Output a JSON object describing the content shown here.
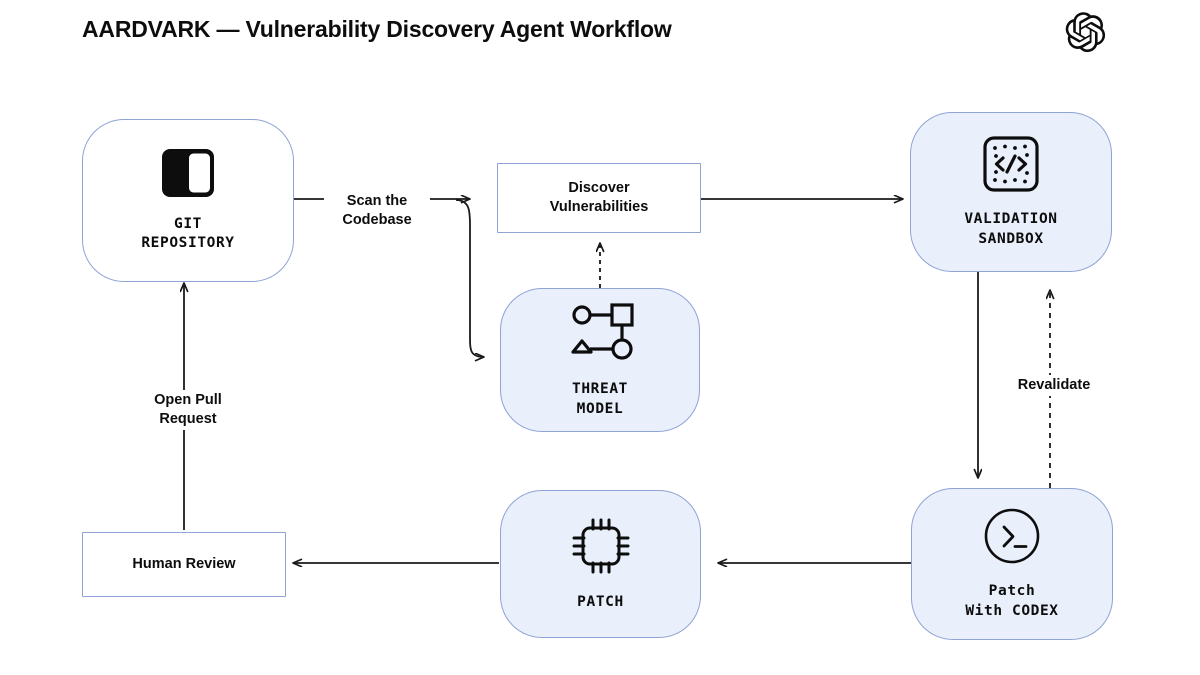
{
  "header": {
    "title": "AARDVARK — Vulnerability Discovery Agent Workflow",
    "logo_name": "openai-logo"
  },
  "diagram": {
    "type": "flowchart",
    "colors": {
      "node_fill_blue": "#e9effb",
      "node_fill_white": "#ffffff",
      "node_border": "#8fa3d4",
      "edge_stroke": "#1a1a1a",
      "text": "#0d0d0d",
      "background": "#ffffff"
    },
    "nodes": [
      {
        "id": "git-repository",
        "label": "GIT\nREPOSITORY",
        "icon": "repository-icon",
        "shape": "rounded",
        "fill": "white"
      },
      {
        "id": "discover-vulnerabilities",
        "label": "Discover\nVulnerabilities",
        "icon": null,
        "shape": "rectangle",
        "fill": "white"
      },
      {
        "id": "threat-model",
        "label": "THREAT\nMODEL",
        "icon": "threat-graph-icon",
        "shape": "rounded",
        "fill": "blue"
      },
      {
        "id": "validation-sandbox",
        "label": "VALIDATION\nSANDBOX",
        "icon": "code-sandbox-icon",
        "shape": "rounded",
        "fill": "blue"
      },
      {
        "id": "patch-with-codex",
        "label": "Patch\nWith CODEX",
        "icon": "terminal-prompt-icon",
        "shape": "rounded",
        "fill": "blue"
      },
      {
        "id": "patch",
        "label": "PATCH",
        "icon": "chip-icon",
        "shape": "rounded",
        "fill": "blue"
      },
      {
        "id": "human-review",
        "label": "Human Review",
        "icon": null,
        "shape": "rectangle",
        "fill": "white"
      }
    ],
    "edges": [
      {
        "id": "scan-the-codebase",
        "from": "git-repository",
        "to": "discover-vulnerabilities",
        "label": "Scan the\nCodebase",
        "style": "solid"
      },
      {
        "id": "scan-to-threat-model",
        "from": "git-repository",
        "to": "threat-model",
        "label": "",
        "style": "solid"
      },
      {
        "id": "threat-model-to-discover",
        "from": "threat-model",
        "to": "discover-vulnerabilities",
        "label": "",
        "style": "dashed"
      },
      {
        "id": "discover-to-sandbox",
        "from": "discover-vulnerabilities",
        "to": "validation-sandbox",
        "label": "",
        "style": "solid"
      },
      {
        "id": "sandbox-to-codex",
        "from": "validation-sandbox",
        "to": "patch-with-codex",
        "label": "",
        "style": "solid"
      },
      {
        "id": "revalidate",
        "from": "patch-with-codex",
        "to": "validation-sandbox",
        "label": "Revalidate",
        "style": "dashed"
      },
      {
        "id": "codex-to-patch",
        "from": "patch-with-codex",
        "to": "patch",
        "label": "",
        "style": "solid"
      },
      {
        "id": "patch-to-human-review",
        "from": "patch",
        "to": "human-review",
        "label": "",
        "style": "solid"
      },
      {
        "id": "open-pull-request",
        "from": "human-review",
        "to": "git-repository",
        "label": "Open Pull\nRequest",
        "style": "solid"
      }
    ]
  }
}
